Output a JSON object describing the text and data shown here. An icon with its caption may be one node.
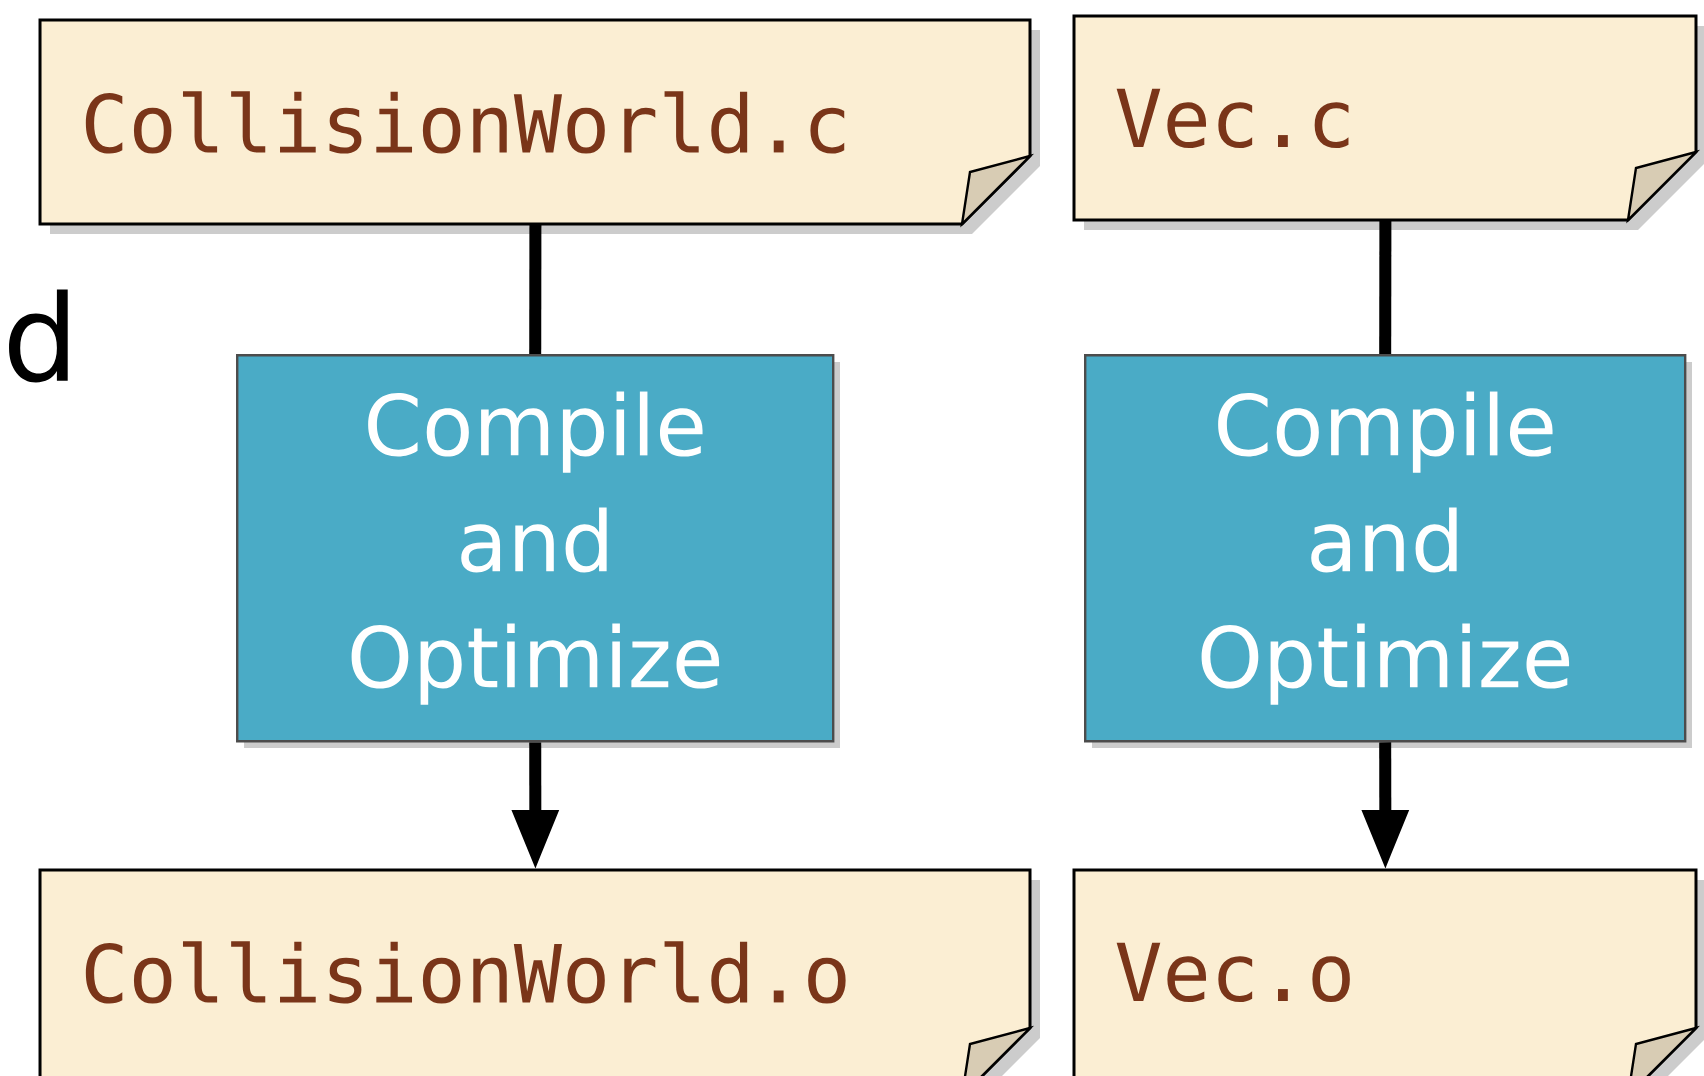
{
  "diagram": {
    "nodes": [
      {
        "text": [
          "CollisionWorld.c"
        ]
      },
      {
        "text": [
          "Vec.c"
        ]
      },
      {
        "text": [
          "Compile and Optimize"
        ]
      },
      {
        "text": [
          "Compile and Optimize"
        ]
      },
      {
        "text": [
          "CollisionWorld.o"
        ]
      },
      {
        "text": [
          "Vec.o"
        ]
      }
    ],
    "edges": [
      {
        "from": 0,
        "to": 2,
        "arrow": "none"
      },
      {
        "from": 2,
        "to": 4,
        "arrow": "to"
      },
      {
        "from": 1,
        "to": 3,
        "arrow": "none"
      },
      {
        "from": 3,
        "to": 5,
        "arrow": "to"
      }
    ],
    "labels": [
      "d"
    ]
  }
}
